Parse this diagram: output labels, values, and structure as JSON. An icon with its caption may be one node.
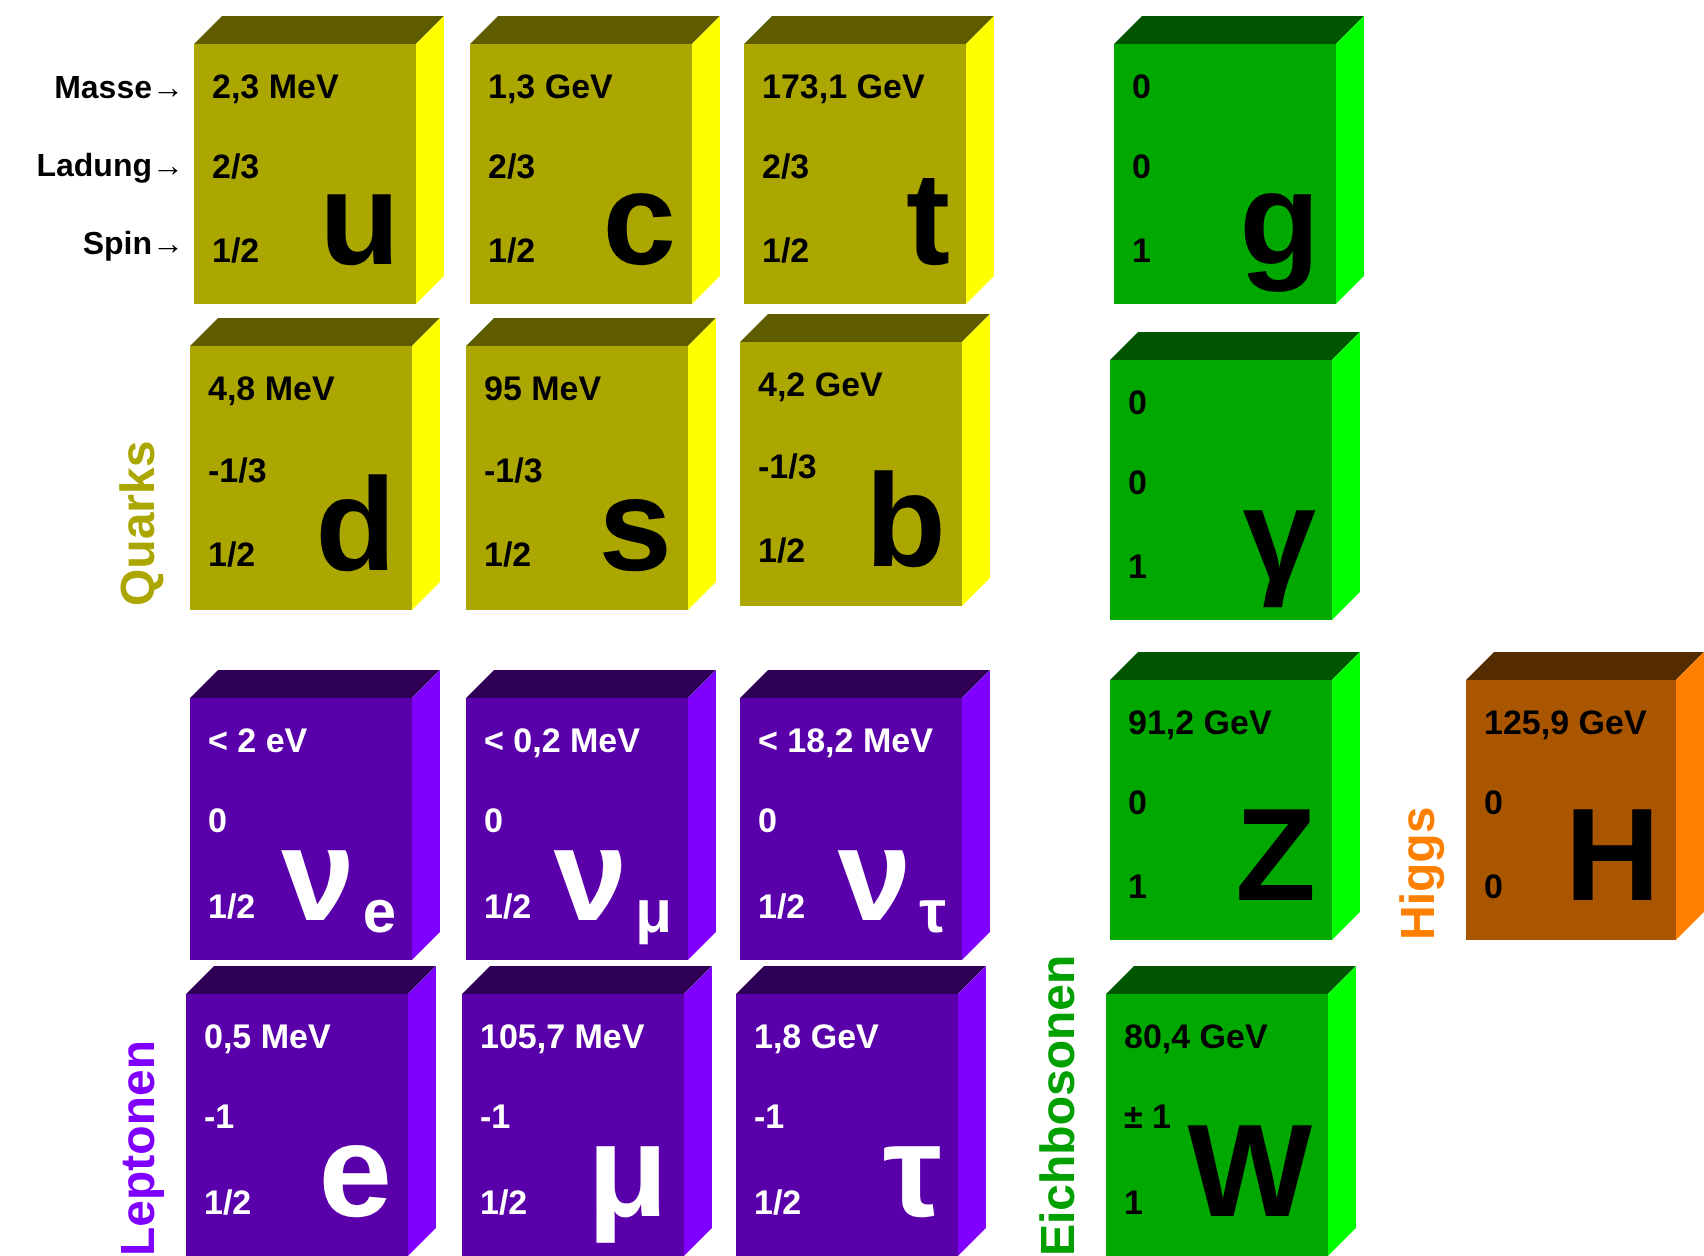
{
  "diagram": {
    "nodes": [
      {
        "text": [
          "2,3 MeV",
          "2/3",
          "1/2",
          "u"
        ]
      },
      {
        "text": [
          "1,3 GeV",
          "2/3",
          "1/2",
          "c"
        ]
      },
      {
        "text": [
          "173,1 GeV",
          "2/3",
          "1/2",
          "t"
        ]
      },
      {
        "text": [
          "0",
          "0",
          "1",
          "g"
        ]
      },
      {
        "text": [
          "4,8 MeV",
          "-1/3",
          "1/2",
          "d"
        ]
      },
      {
        "text": [
          "95 MeV",
          "-1/3",
          "1/2",
          "s"
        ]
      },
      {
        "text": [
          "4,2 GeV",
          "-1/3",
          "1/2",
          "b"
        ]
      },
      {
        "text": [
          "0",
          "0",
          "1",
          "γ"
        ]
      },
      {
        "text": [
          "< 2 eV",
          "0",
          "1/2",
          "ν$_{e}$"
        ]
      },
      {
        "text": [
          "< 0,2 MeV",
          "0",
          "1/2",
          "ν$_{μ}$"
        ]
      },
      {
        "text": [
          "< 18,2 MeV",
          "0",
          "1/2",
          "ν$_{τ}$"
        ]
      },
      {
        "text": [
          "91,2 GeV",
          "0",
          "1",
          "Z"
        ]
      },
      {
        "text": [
          "125,9 GeV",
          "0",
          "0",
          "H"
        ]
      },
      {
        "text": [
          "0,5 MeV",
          "-1",
          "1/2",
          "e"
        ]
      },
      {
        "text": [
          "105,7 MeV",
          "-1",
          "1/2",
          "μ"
        ]
      },
      {
        "text": [
          "1,8 GeV",
          "-1",
          "1/2",
          "τ"
        ]
      },
      {
        "text": [
          "80,4 GeV",
          "± 1",
          "1",
          "W"
        ]
      }
    ],
    "labels": [
      "Masse→",
      "Ladung→",
      "Spin→",
      "Quarks",
      "Leptonen",
      "Eichbosonen",
      "Higgs"
    ]
  }
}
